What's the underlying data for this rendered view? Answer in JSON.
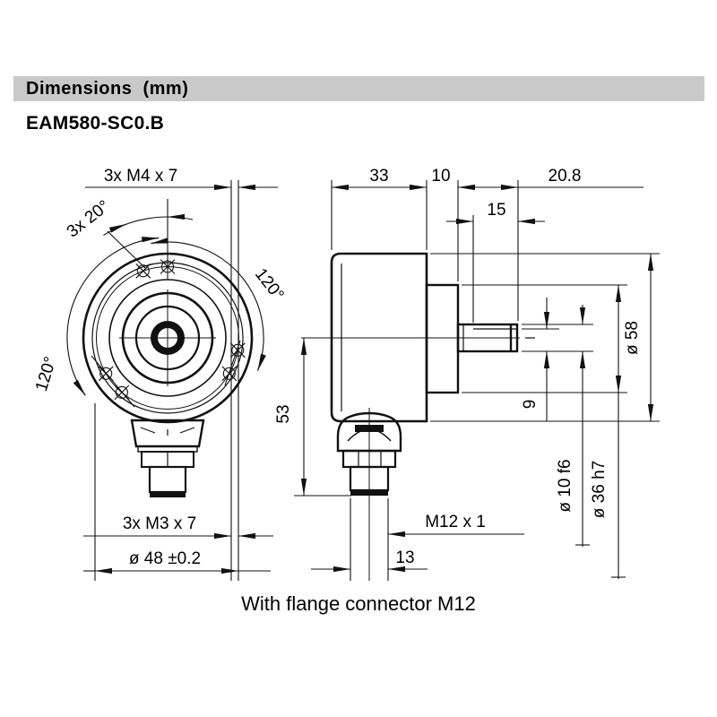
{
  "header": {
    "title": "Dimensions  (mm)"
  },
  "model_code": "EAM580-SC0.B",
  "caption": "With flange connector M12",
  "front_view": {
    "screw_top": "3x M4 x 7",
    "angle_pairs": "3x 20°",
    "angle_right": "120°",
    "angle_left": "120°",
    "screw_bottom": "3x M3 x 7",
    "bolt_circle_dia": "ø 48 ±0.2"
  },
  "side_view": {
    "body_length": "33",
    "flange_length": "10",
    "shaft_length_total": "20.8",
    "shaft_length": "15",
    "housing_dia": "ø 58",
    "shaft_flat_height": "9",
    "axis_to_connector": "53",
    "shaft_dia": "ø 10 f6",
    "flange_dia": "ø 36 h7",
    "connector_thread": "M12 x 1",
    "connector_dia": "13"
  },
  "colors": {
    "header_bg": "#c9c9c9",
    "line": "#111111",
    "background": "#ffffff"
  }
}
